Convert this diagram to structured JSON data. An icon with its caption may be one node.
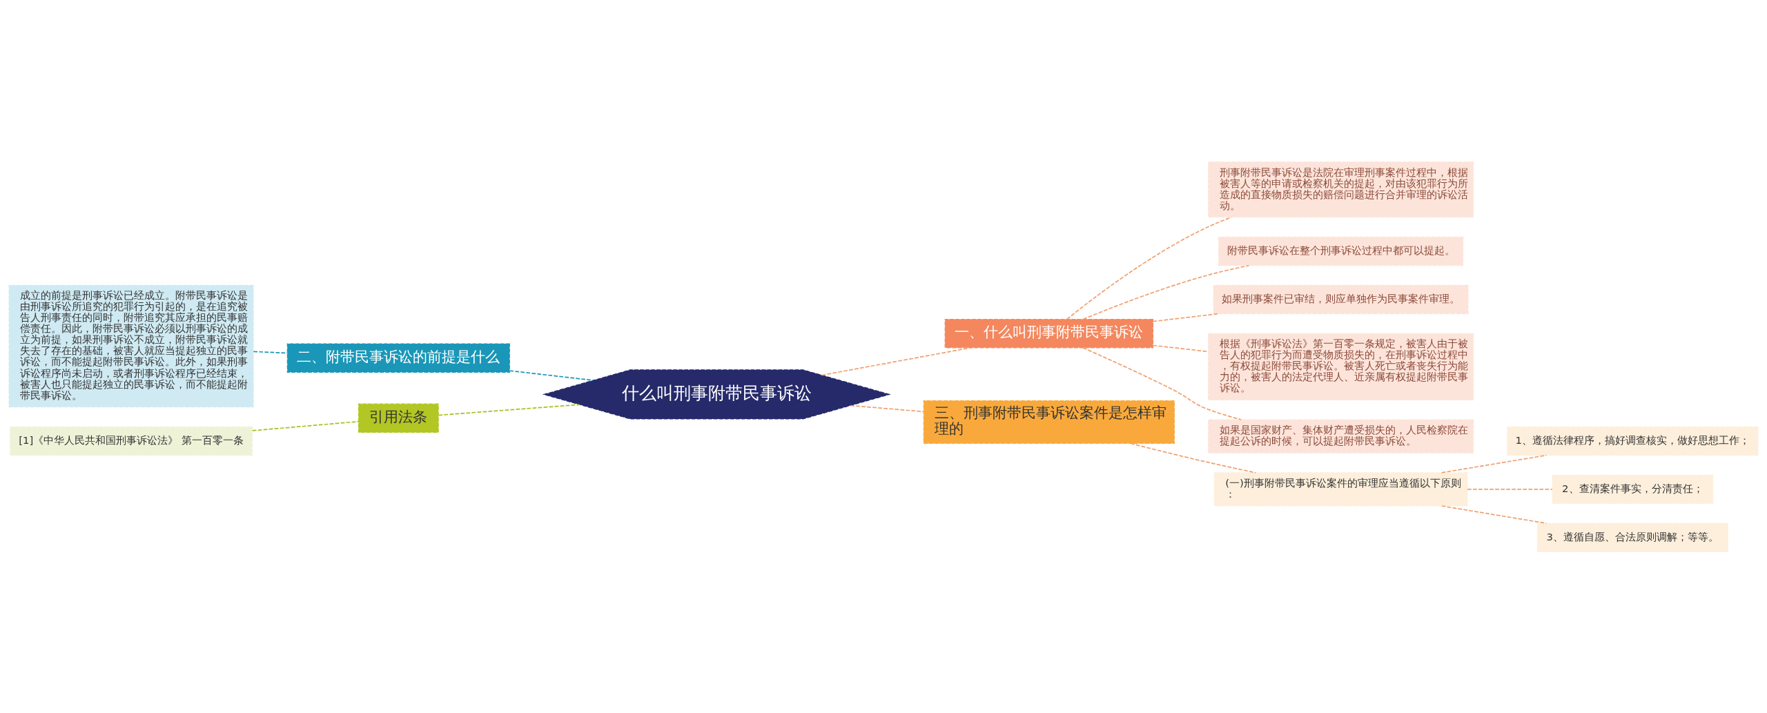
{
  "diagram": {
    "nodes": [
      {
        "text": [
          "什么叫刑事附带民事诉讼"
        ]
      },
      {
        "text": [
          "二、附带民事诉讼的前提是什么"
        ]
      },
      {
        "text": [
          "成立的前提是刑事诉讼已经成立。附带民事诉讼是由刑事诉讼所追究的犯罪行为引起的，是在追究被告人刑事责任的同时，附带追究其应承担的民事赔偿责任。因此，附带民事诉讼必须以刑事诉讼的成立为前提，如果刑事诉讼不成立，附带民事诉讼就失去了存在的基础，被害人就应当提起独立的民事诉讼，而不能提起附带民事诉讼。此外，如果刑事诉讼程序尚未启动，或者刑事诉讼程序已经结束，被害人也只能提起独立的民事诉讼，而不能提起附带民事诉讼。"
        ]
      },
      {
        "text": [
          "引用法条"
        ]
      },
      {
        "text": [
          "[1]《中华人民共和国刑事诉讼法》 第一百零一条"
        ]
      },
      {
        "text": [
          "一、什么叫刑事附带民事诉讼"
        ]
      },
      {
        "text": [
          "刑事附带民事诉讼是法院在审理刑事案件过程中，根据被害人等的申请或检察机关的提起，对由该犯罪行为所造成的直接物质损失的赔偿问题进行合并审理的诉讼活动。"
        ]
      },
      {
        "text": [
          "附带民事诉讼在整个刑事诉讼过程中都可以提起。"
        ]
      },
      {
        "text": [
          "如果刑事案件已审结，则应单独作为民事案件审理。"
        ]
      },
      {
        "text": [
          "根据《刑事诉讼法》第一百零一条规定，被害人由于被告人的犯罪行为而遭受物质损失的，在刑事诉讼过程中，有权提起附带民事诉讼。被害人死亡或者丧失行为能力的，被害人的法定代理人、近亲属有权提起附带民事诉讼。"
        ]
      },
      {
        "text": [
          "如果是国家财产、集体财产遭受损失的，人民检察院在提起公诉的时候，可以提起附带民事诉讼。"
        ]
      },
      {
        "text": [
          "三、刑事附带民事诉讼案件是怎样审理的"
        ]
      },
      {
        "text": [
          "(一)刑事附带民事诉讼案件的审理应当遵循以下原则："
        ]
      },
      {
        "text": [
          "1、遵循法律程序，搞好调查核实，做好思想工作；"
        ]
      },
      {
        "text": [
          "2、查清案件事实，分清责任；"
        ]
      },
      {
        "text": [
          "3、遵循自愿、合法原则调解；等等。"
        ]
      }
    ],
    "edges": [
      {
        "from": 0,
        "to": 1,
        "arrow": "none",
        "style": "dashed",
        "color": "#1a97b8"
      },
      {
        "from": 1,
        "to": 2,
        "arrow": "none",
        "style": "dashed",
        "color": "#1a97b8"
      },
      {
        "from": 0,
        "to": 3,
        "arrow": "none",
        "style": "dashed",
        "color": "#a8bf1e"
      },
      {
        "from": 3,
        "to": 4,
        "arrow": "none",
        "style": "dashed",
        "color": "#a8bf1e"
      },
      {
        "from": 0,
        "to": 5,
        "arrow": "none",
        "style": "dashed"
      },
      {
        "from": 5,
        "to": 6,
        "arrow": "none",
        "style": "dashed"
      },
      {
        "from": 5,
        "to": 7,
        "arrow": "none",
        "style": "dashed"
      },
      {
        "from": 5,
        "to": 8,
        "arrow": "none",
        "style": "dashed"
      },
      {
        "from": 5,
        "to": 9,
        "arrow": "none",
        "style": "dashed"
      },
      {
        "from": 5,
        "to": 10,
        "arrow": "none",
        "style": "dashed"
      },
      {
        "from": 0,
        "to": 11,
        "arrow": "none",
        "style": "dashed"
      },
      {
        "from": 11,
        "to": 12,
        "arrow": "none",
        "style": "dashed"
      },
      {
        "from": 12,
        "to": 13,
        "arrow": "none",
        "style": "dashed"
      },
      {
        "from": 12,
        "to": 14,
        "arrow": "none",
        "style": "dashed"
      },
      {
        "from": 12,
        "to": 15,
        "arrow": "none",
        "style": "dashed"
      }
    ]
  }
}
